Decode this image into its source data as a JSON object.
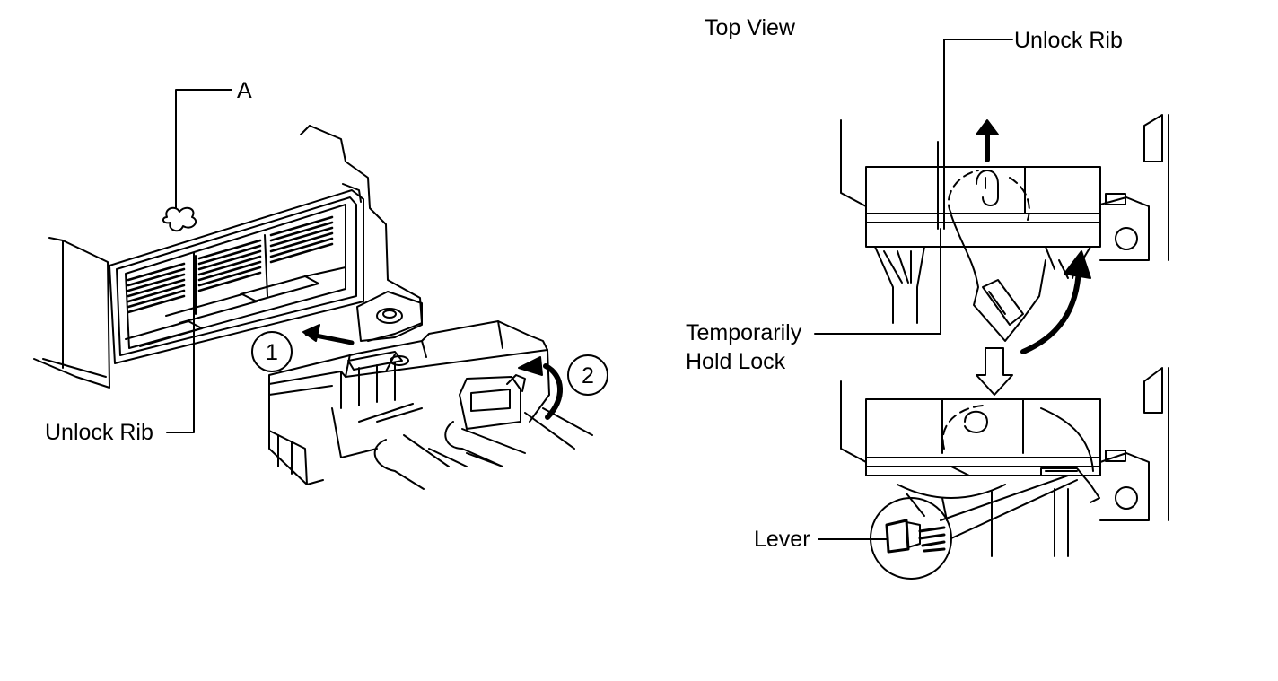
{
  "labels": {
    "a": "A",
    "unlock_rib_left": "Unlock Rib",
    "top_view": "Top View",
    "unlock_rib_right": "Unlock Rib",
    "temporarily_line1": "Temporarily",
    "temporarily_line2": "Hold Lock",
    "lever": "Lever"
  },
  "steps": {
    "one": "1",
    "two": "2"
  },
  "colors": {
    "line": "#000000",
    "background": "#ffffff"
  }
}
